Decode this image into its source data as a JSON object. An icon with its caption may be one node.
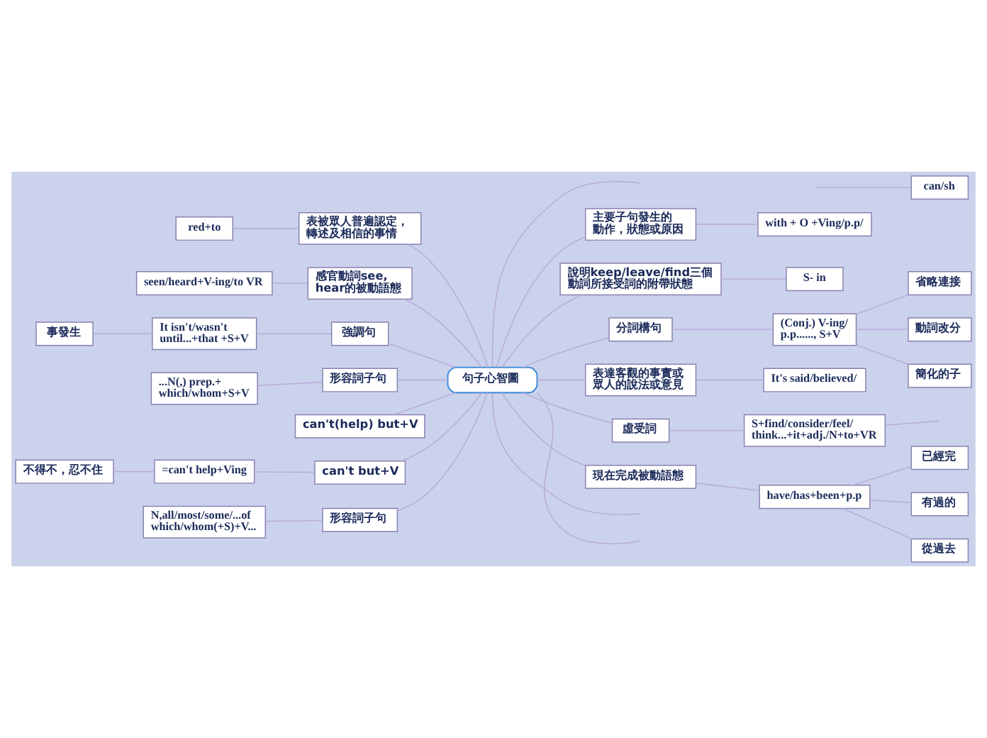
{
  "diagram": {
    "nodes": [
      {
        "text": [
          "句子心智圖"
        ]
      },
      {
        "text": [
          "表被眾人普遍認定，轉述及相信的事情"
        ]
      },
      {
        "text": [
          "red+to"
        ]
      },
      {
        "text": [
          "感官動詞see,hear的被動語態"
        ]
      },
      {
        "text": [
          "seen/heard+V-ing/to VR"
        ]
      },
      {
        "text": [
          "強調句"
        ]
      },
      {
        "text": [
          "It isn't/wasn't until...+that +S+V"
        ]
      },
      {
        "text": [
          "事發生"
        ]
      },
      {
        "text": [
          "形容詞子句"
        ]
      },
      {
        "text": [
          "...N(,) prep.+which/whom+S+V"
        ]
      },
      {
        "text": [
          "can't(help) but+V"
        ]
      },
      {
        "text": [
          "can't but+V"
        ]
      },
      {
        "text": [
          "=can't help+Ving"
        ]
      },
      {
        "text": [
          "不得不，忍不住"
        ]
      },
      {
        "text": [
          "形容詞子句"
        ]
      },
      {
        "text": [
          "N,all/most/some/...of which/whom(+S)+V..."
        ]
      },
      {
        "text": [
          "can/sh"
        ]
      },
      {
        "text": [
          "主要子句發生的動作，狀態或原因"
        ]
      },
      {
        "text": [
          "with + O +Ving/p.p/"
        ]
      },
      {
        "text": [
          "說明keep/leave/find三個動詞所接受詞的附帶狀態"
        ]
      },
      {
        "text": [
          "S- in"
        ]
      },
      {
        "text": [
          "分詞構句"
        ]
      },
      {
        "text": [
          "(Conj.) V-ing/p.p......, S+V"
        ]
      },
      {
        "text": [
          "省略連接"
        ]
      },
      {
        "text": [
          "動詞改分"
        ]
      },
      {
        "text": [
          "簡化的子"
        ]
      },
      {
        "text": [
          "表達客觀的事實或眾人的說法或意見"
        ]
      },
      {
        "text": [
          "It's said/believed/"
        ]
      },
      {
        "text": [
          "虛受詞"
        ]
      },
      {
        "text": [
          "S+find/consider/feel/think...+it+adj./N+to+VR"
        ]
      },
      {
        "text": [
          "現在完成被動語態"
        ]
      },
      {
        "text": [
          "have/has+been+p.p"
        ]
      },
      {
        "text": [
          "已經完"
        ]
      },
      {
        "text": [
          "有過的"
        ]
      },
      {
        "text": [
          "從過去"
        ]
      }
    ],
    "edges": [
      {
        "from": 2,
        "to": 1,
        "arrow": "none"
      },
      {
        "from": 1,
        "to": 0,
        "arrow": "none"
      },
      {
        "from": 4,
        "to": 3,
        "arrow": "none"
      },
      {
        "from": 3,
        "to": 0,
        "arrow": "none"
      },
      {
        "from": 7,
        "to": 6,
        "arrow": "none"
      },
      {
        "from": 6,
        "to": 5,
        "arrow": "none"
      },
      {
        "from": 5,
        "to": 0,
        "arrow": "none"
      },
      {
        "from": 9,
        "to": 8,
        "arrow": "none"
      },
      {
        "from": 8,
        "to": 0,
        "arrow": "none"
      },
      {
        "from": 10,
        "to": 0,
        "arrow": "none"
      },
      {
        "from": 13,
        "to": 12,
        "arrow": "none"
      },
      {
        "from": 12,
        "to": 11,
        "arrow": "none"
      },
      {
        "from": 11,
        "to": 0,
        "arrow": "none"
      },
      {
        "from": 15,
        "to": 14,
        "arrow": "none"
      },
      {
        "from": 14,
        "to": 0,
        "arrow": "none"
      },
      {
        "from": 0,
        "to": null,
        "arrow": "none"
      },
      {
        "from": null,
        "to": 16,
        "arrow": "none"
      },
      {
        "from": 0,
        "to": 17,
        "arrow": "none"
      },
      {
        "from": 17,
        "to": 18,
        "arrow": "none"
      },
      {
        "from": 0,
        "to": 19,
        "arrow": "none"
      },
      {
        "from": 19,
        "to": 20,
        "arrow": "none"
      },
      {
        "from": 0,
        "to": 21,
        "arrow": "none"
      },
      {
        "from": 21,
        "to": 22,
        "arrow": "none"
      },
      {
        "from": 22,
        "to": 23,
        "arrow": "none"
      },
      {
        "from": 22,
        "to": 24,
        "arrow": "none"
      },
      {
        "from": 22,
        "to": 25,
        "arrow": "none"
      },
      {
        "from": 0,
        "to": 26,
        "arrow": "none"
      },
      {
        "from": 26,
        "to": 27,
        "arrow": "none"
      },
      {
        "from": 0,
        "to": 28,
        "arrow": "none"
      },
      {
        "from": 28,
        "to": 29,
        "arrow": "none"
      },
      {
        "from": 29,
        "to": null,
        "arrow": "none"
      },
      {
        "from": 0,
        "to": 30,
        "arrow": "none"
      },
      {
        "from": 30,
        "to": 31,
        "arrow": "none"
      },
      {
        "from": 31,
        "to": 32,
        "arrow": "none"
      },
      {
        "from": 31,
        "to": 33,
        "arrow": "none"
      },
      {
        "from": 31,
        "to": 34,
        "arrow": "none"
      },
      {
        "from": 0,
        "to": null,
        "arrow": "none"
      },
      {
        "from": 0,
        "to": null,
        "arrow": "none"
      }
    ]
  }
}
